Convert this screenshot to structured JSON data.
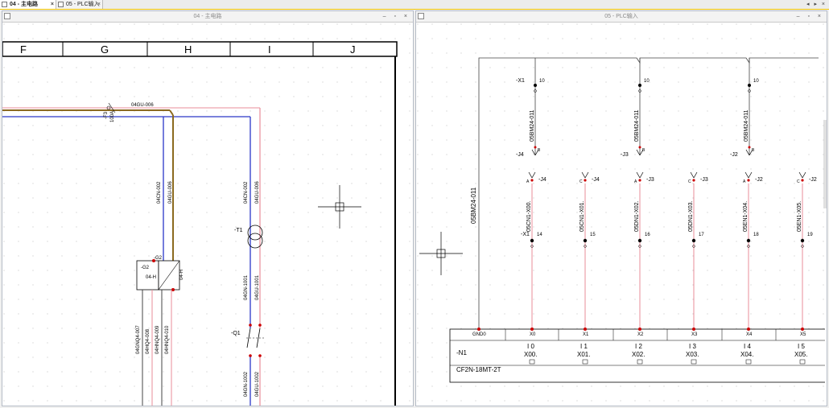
{
  "tabs": [
    {
      "label": "04 - 主电路",
      "close": "×"
    },
    {
      "label": "05 - PLC输入",
      "close": "×"
    }
  ],
  "nav_arrows": "◂ ▸ ×",
  "left_pane": {
    "title": "04 - 主电路",
    "win_buttons": "– ▫ ×",
    "columns": [
      "F",
      "G",
      "H",
      "I",
      "J"
    ],
    "wire_label_top": "04GU-006",
    "fuse": {
      "tag": "-F3",
      "rating": "100A"
    },
    "vertical_wires_g": [
      "04CN-002",
      "04GU-006"
    ],
    "vertical_wires_i": [
      "04CN-002",
      "04GU-006"
    ],
    "transformer_tag": "-T1",
    "component_g2": {
      "tag": "-G2",
      "tag2": "-G2",
      "sub": "04-H",
      "side": "04-H"
    },
    "bottom_wires_g": [
      "04GNQ4-007",
      "04HQ4-008",
      "04HNQ4-009",
      "04HNQ4-010"
    ],
    "wires_below_t1": [
      "04GN-1001",
      "04GU-1001"
    ],
    "breaker_tag": "-Q1",
    "wires_below_q1": [
      "04GN-1002",
      "04GU-1002"
    ]
  },
  "right_pane": {
    "title": "05 - PLC输入",
    "win_buttons": "– ▫ ×",
    "vertical_label_left": "05BM24-011",
    "top_terminals": [
      {
        "tag": "-X1",
        "num": "10",
        "wire": "05BM24-011",
        "connector": "-J4",
        "pin": "B"
      },
      {
        "tag": "",
        "num": "10",
        "wire": "05BM24-011",
        "connector": "-J3",
        "pin": "B"
      },
      {
        "tag": "",
        "num": "10",
        "wire": "05BM24-011",
        "connector": "-J2",
        "pin": "B"
      }
    ],
    "channels": [
      {
        "plug": "-J4",
        "pin": "A",
        "wire": "05CN1-X00.",
        "num": "14",
        "tag": "-X1",
        "port": "X0",
        "io": "I 0",
        "addr": "X00."
      },
      {
        "plug": "-J4",
        "pin": "C",
        "wire": "05CN1-X01.",
        "num": "15",
        "tag": "",
        "port": "X1",
        "io": "I 1",
        "addr": "X01."
      },
      {
        "plug": "-J3",
        "pin": "A",
        "wire": "05DN1-X02.",
        "num": "16",
        "tag": "",
        "port": "X2",
        "io": "I 2",
        "addr": "X02."
      },
      {
        "plug": "-J3",
        "pin": "C",
        "wire": "05DN1-X03.",
        "num": "17",
        "tag": "",
        "port": "X3",
        "io": "I 3",
        "addr": "X03."
      },
      {
        "plug": "-J2",
        "pin": "A",
        "wire": "05EN1-X04.",
        "num": "18",
        "tag": "",
        "port": "X4",
        "io": "I 4",
        "addr": "X04."
      },
      {
        "plug": "-J2",
        "pin": "C",
        "wire": "05EN1-X05.",
        "num": "19",
        "tag": "",
        "port": "X5",
        "io": "I 5",
        "addr": "X05."
      }
    ],
    "plc": {
      "gnd_label": "GND0",
      "tag": "-N1",
      "model": "CF2N-18MT-2T"
    }
  },
  "colors": {
    "brown": "#8b6a1f",
    "blue": "#2a37c8",
    "pink": "#e88d9a",
    "red": "#cc0000"
  }
}
